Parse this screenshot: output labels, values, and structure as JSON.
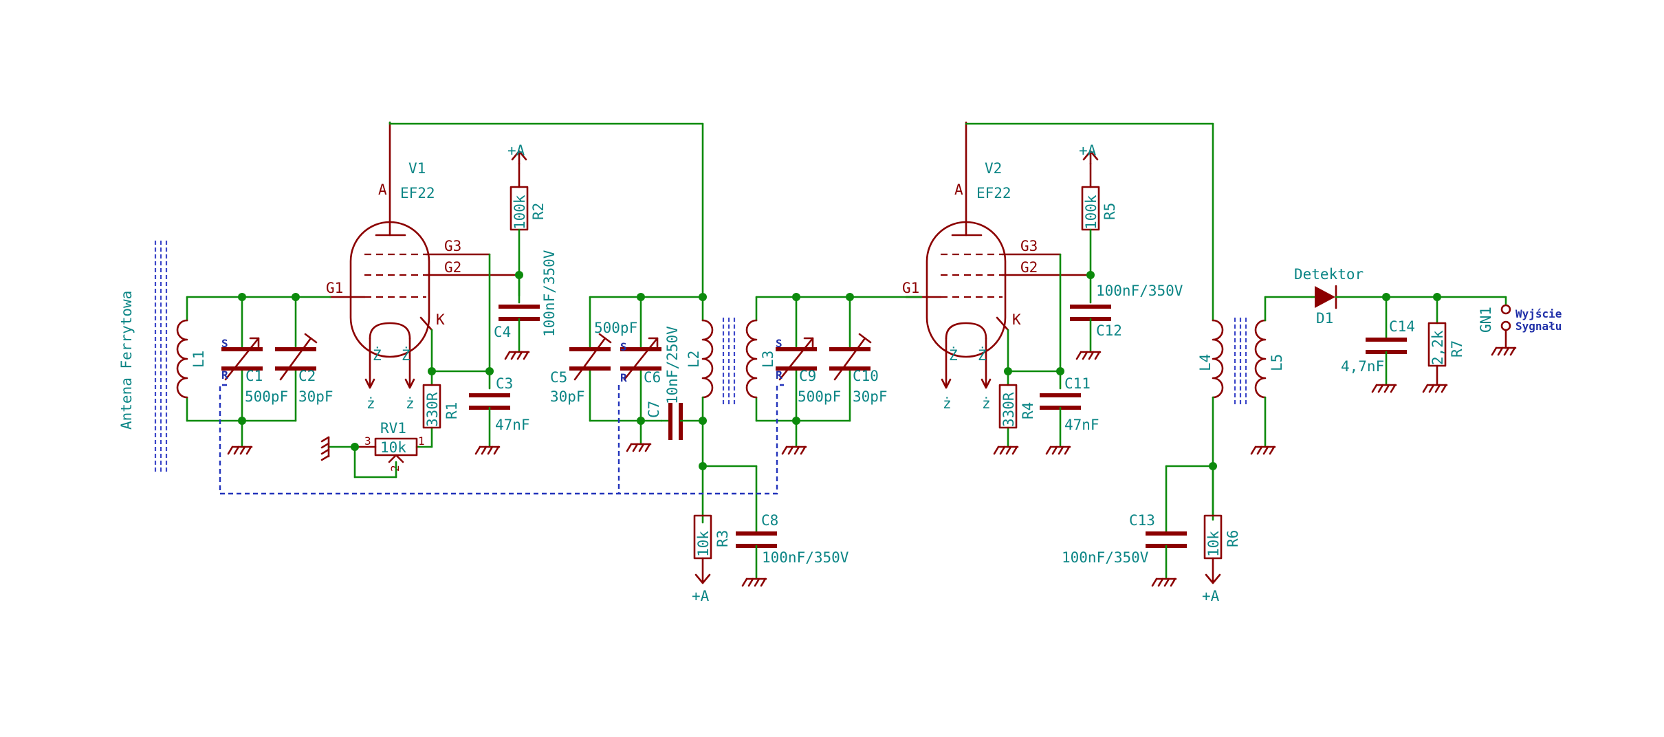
{
  "antenna": {
    "label": "Antena Ferrytowa"
  },
  "tube1": {
    "ref": "V1",
    "value": "EF22",
    "pin_a": "A",
    "pin_k": "K",
    "pin_g1": "G1",
    "pin_g2": "G2",
    "pin_g3": "G3",
    "heater1": "Ż",
    "heater2": "Ż"
  },
  "tube2": {
    "ref": "V2",
    "value": "EF22",
    "pin_a": "A",
    "pin_k": "K",
    "pin_g1": "G1",
    "pin_g2": "G2",
    "pin_g3": "G3",
    "heater1": "Ż",
    "heater2": "Ż"
  },
  "power": {
    "plus_a": "+A",
    "heater": "ż"
  },
  "gang": {
    "s": "S",
    "r": "R"
  },
  "inductors": {
    "L1": "L1",
    "L2": "L2",
    "L3": "L3",
    "L4": "L4",
    "L5": "L5"
  },
  "C1": {
    "ref": "C1",
    "value": "500pF"
  },
  "C2": {
    "ref": "C2",
    "value": "30pF"
  },
  "C3": {
    "ref": "C3",
    "value": "47nF"
  },
  "C4": {
    "ref": "C4",
    "value": "100nF/350V"
  },
  "C5": {
    "ref": "C5",
    "value": "30pF"
  },
  "C6": {
    "ref": "C6",
    "value": "500pF"
  },
  "C7": {
    "ref": "C7",
    "value": "10nF/250V"
  },
  "C8": {
    "ref": "C8",
    "value": "100nF/350V"
  },
  "C9": {
    "ref": "C9",
    "value": "500pF"
  },
  "C10": {
    "ref": "C10",
    "value": "30pF"
  },
  "C11": {
    "ref": "C11",
    "value": "47nF"
  },
  "C12": {
    "ref": "C12",
    "value": "100nF/350V"
  },
  "C13": {
    "ref": "C13",
    "value": "100nF/350V"
  },
  "C14": {
    "ref": "C14",
    "value": "4,7nF"
  },
  "R1": {
    "ref": "R1",
    "value": "330R"
  },
  "R2": {
    "ref": "R2",
    "value": "100k"
  },
  "R3": {
    "ref": "R3",
    "value": "10k"
  },
  "R4": {
    "ref": "R4",
    "value": "330R"
  },
  "R5": {
    "ref": "R5",
    "value": "100k"
  },
  "R6": {
    "ref": "R6",
    "value": "10k"
  },
  "R7": {
    "ref": "R7",
    "value": "2,2k"
  },
  "RV1": {
    "ref": "RV1",
    "value": "10k",
    "pin1": "1",
    "pin2": "2",
    "pin3": "3"
  },
  "D1": {
    "ref": "D1",
    "value": "Detektor"
  },
  "GN1": {
    "ref": "GN1",
    "label_line1": "Wyjście",
    "label_line2": "Sygnału"
  }
}
